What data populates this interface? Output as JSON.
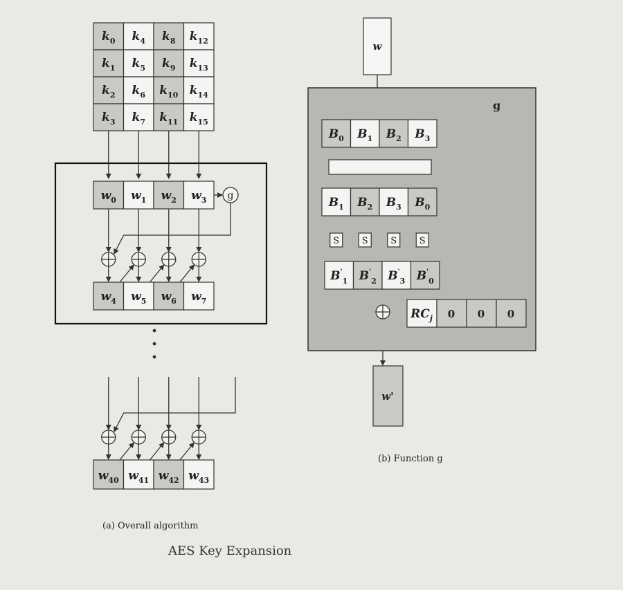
{
  "key_matrix": [
    [
      {
        "b": "k",
        "s": "0"
      },
      {
        "b": "k",
        "s": "4"
      },
      {
        "b": "k",
        "s": "8"
      },
      {
        "b": "k",
        "s": "12"
      }
    ],
    [
      {
        "b": "k",
        "s": "1"
      },
      {
        "b": "k",
        "s": "5"
      },
      {
        "b": "k",
        "s": "9"
      },
      {
        "b": "k",
        "s": "13"
      }
    ],
    [
      {
        "b": "k",
        "s": "2"
      },
      {
        "b": "k",
        "s": "6"
      },
      {
        "b": "k",
        "s": "10"
      },
      {
        "b": "k",
        "s": "14"
      }
    ],
    [
      {
        "b": "k",
        "s": "3"
      },
      {
        "b": "k",
        "s": "7"
      },
      {
        "b": "k",
        "s": "11"
      },
      {
        "b": "k",
        "s": "15"
      }
    ]
  ],
  "w_round0": [
    {
      "b": "w",
      "s": "0"
    },
    {
      "b": "w",
      "s": "1"
    },
    {
      "b": "w",
      "s": "2"
    },
    {
      "b": "w",
      "s": "3"
    }
  ],
  "w_round1": [
    {
      "b": "w",
      "s": "4"
    },
    {
      "b": "w",
      "s": "5"
    },
    {
      "b": "w",
      "s": "6"
    },
    {
      "b": "w",
      "s": "7"
    }
  ],
  "w_last": [
    {
      "b": "w",
      "s": "40"
    },
    {
      "b": "w",
      "s": "41"
    },
    {
      "b": "w",
      "s": "42"
    },
    {
      "b": "w",
      "s": "43"
    }
  ],
  "g_node_label": "g",
  "func_g": {
    "input_label": "w",
    "box_label": "g",
    "bytes_in": [
      {
        "b": "B",
        "s": "0",
        "p": ""
      },
      {
        "b": "B",
        "s": "1",
        "p": ""
      },
      {
        "b": "B",
        "s": "2",
        "p": ""
      },
      {
        "b": "B",
        "s": "3",
        "p": ""
      }
    ],
    "bytes_rot": [
      {
        "b": "B",
        "s": "1",
        "p": ""
      },
      {
        "b": "B",
        "s": "2",
        "p": ""
      },
      {
        "b": "B",
        "s": "3",
        "p": ""
      },
      {
        "b": "B",
        "s": "0",
        "p": ""
      }
    ],
    "sbox_label": "S",
    "bytes_sub": [
      {
        "b": "B",
        "s": "1",
        "p": "'"
      },
      {
        "b": "B",
        "s": "2",
        "p": "'"
      },
      {
        "b": "B",
        "s": "3",
        "p": "'"
      },
      {
        "b": "B",
        "s": "0",
        "p": "'"
      }
    ],
    "rcon": {
      "b": "RC",
      "s": "j"
    },
    "rcon_zeros": [
      "0",
      "0",
      "0"
    ],
    "output_label": "w'"
  },
  "caption_a": "(a) Overall algorithm",
  "caption_b": "(b) Function g",
  "figure_title": "AES Key Expansion"
}
